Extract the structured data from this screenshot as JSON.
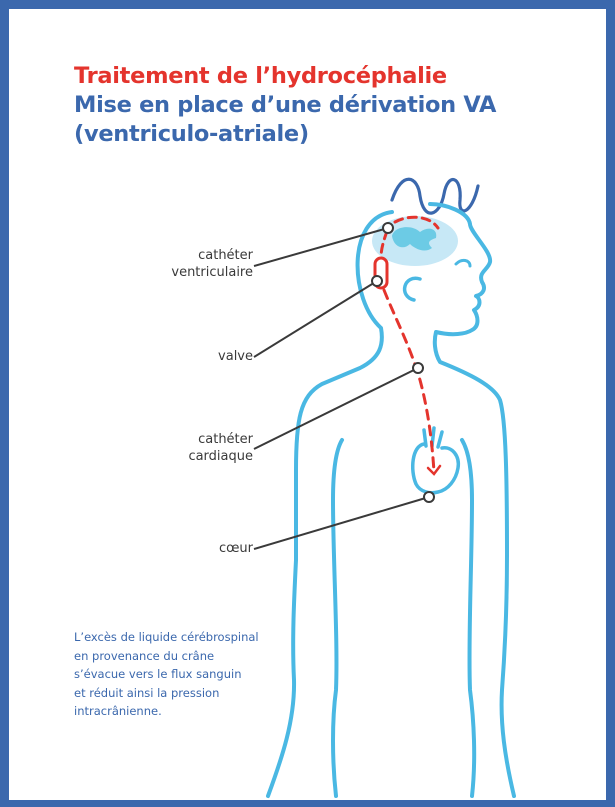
{
  "title": {
    "line1": "Traitement de l’hydrocéphalie",
    "line2": "Mise en place d’une dérivation VA",
    "line3": "(ventriculo-atriale)"
  },
  "labels": {
    "ventricular_catheter": [
      "cathéter",
      "ventriculaire"
    ],
    "valve": [
      "valve"
    ],
    "cardiac_catheter": [
      "cathéter",
      "cardiaque"
    ],
    "heart": [
      "cœur"
    ]
  },
  "caption": [
    "L’excès de liquide cérébrospinal",
    "en provenance du crâne",
    "s’évacue vers le flux sanguin",
    "et réduit ainsi la pression",
    "intracrânienne."
  ],
  "colors": {
    "border": "#3b68ad",
    "title_red": "#e4342d",
    "title_blue": "#3b68ad",
    "body_outline": "#4ab8e3",
    "ventricle_fill": "#c7e8f6",
    "shunt": "#e4342d",
    "leader": "#3a3a3a"
  }
}
